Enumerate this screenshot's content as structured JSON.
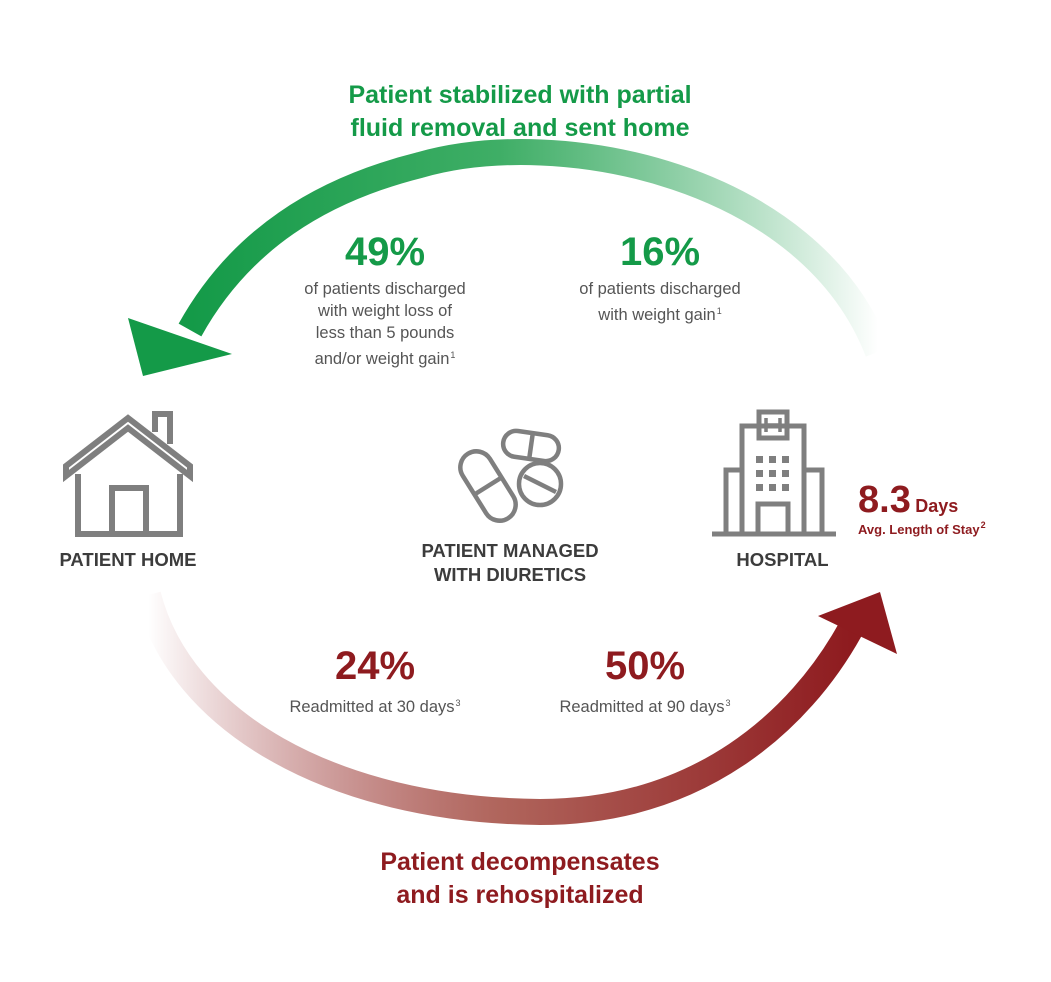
{
  "top_caption": {
    "line1": "Patient stabilized with partial",
    "line2": "fluid removal and sent home"
  },
  "bottom_caption": {
    "line1": "Patient decompensates",
    "line2": "and is rehospitalized"
  },
  "stats": {
    "discharged_weight_loss": {
      "value": "49%",
      "line1": "of patients discharged",
      "line2": "with weight loss of",
      "line3": "less than 5 pounds",
      "line4": "and/or weight gain",
      "ref": "1"
    },
    "discharged_weight_gain": {
      "value": "16%",
      "line1": "of patients discharged",
      "line2": "with weight gain",
      "ref": "1"
    },
    "readmit_30": {
      "value": "24%",
      "text": "Readmitted at 30 days",
      "ref": "3"
    },
    "readmit_90": {
      "value": "50%",
      "text": "Readmitted at 90 days",
      "ref": "3"
    },
    "length_of_stay": {
      "value": "8.3",
      "unit": "Days",
      "label": "Avg. Length of Stay",
      "ref": "2"
    }
  },
  "nodes": {
    "home": {
      "label": "PATIENT HOME",
      "icon": "house-icon"
    },
    "diuretics": {
      "line1": "PATIENT MANAGED",
      "line2": "WITH DIURETICS",
      "icon": "pills-icon"
    },
    "hospital": {
      "label": "HOSPITAL",
      "icon": "hospital-building-icon"
    }
  },
  "colors": {
    "green": "#149a48",
    "red": "#8e1b1f",
    "icon_gray": "#7f7f7f",
    "text_gray": "#555555"
  }
}
